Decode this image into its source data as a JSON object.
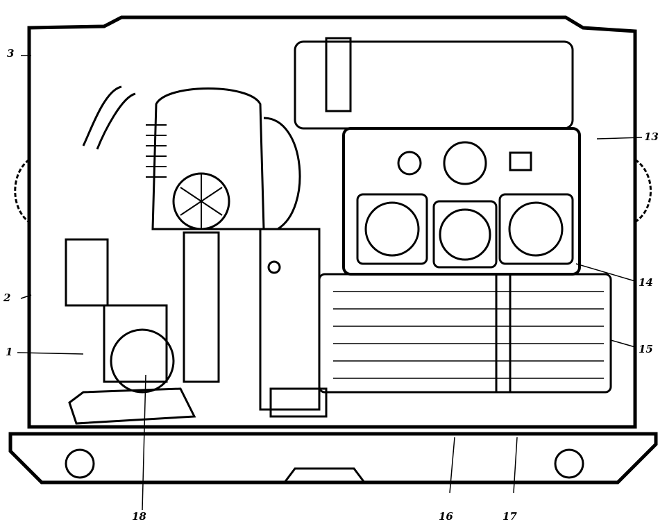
{
  "figure": {
    "callouts": {
      "c3": "3",
      "c2": "2",
      "c1": "1",
      "c13": "13",
      "c14": "14",
      "c15": "15",
      "c16": "16",
      "c17": "17",
      "c18": "18"
    },
    "colors": {
      "ink": "#000000",
      "paper": "#ffffff"
    }
  }
}
